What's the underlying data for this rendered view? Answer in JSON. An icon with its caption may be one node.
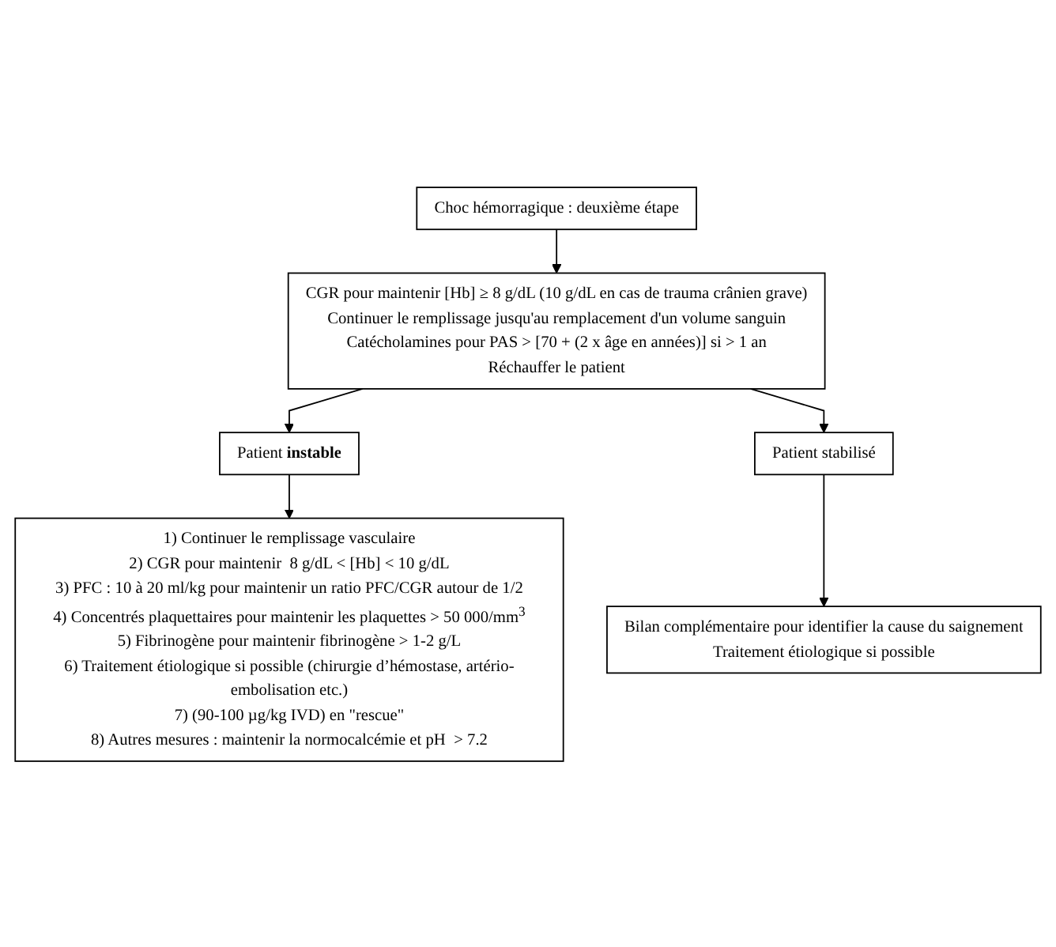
{
  "diagram": {
    "nodes": [
      {
        "text": [
          "Choc hémorragique : deuxième étape"
        ]
      },
      {
        "text": [
          "CGR pour maintenir [Hb] ≥ 8 g/dL (10 g/dL en cas de trauma crânien grave)",
          "Continuer le remplissage jusqu'au remplacement d'un volume sanguin",
          "Catécholamines pour PAS > [70 + (2 x âge en années)] si > 1 an",
          "Réchauffer le patient"
        ]
      },
      {
        "text": [
          "Patient **instable**"
        ]
      },
      {
        "text": [
          "Patient stabilisé"
        ]
      },
      {
        "text": [
          "Bilan complémentaire pour identifier la cause du saignement",
          "Traitement étiologique si possible"
        ]
      },
      {
        "text": [
          "1) Continuer le remplissage vasculaire",
          "2) CGR pour maintenir  8 g/dL < [Hb] < 10 g/dL",
          "3) PFC : 10 à 20 ml/kg pour maintenir un ratio PFC/CGR autour de 1/2",
          "4) Concentrés plaquettaires pour maintenir les plaquettes > 50 000/mm$^{3}$",
          "5) Fibrinogène pour maintenir fibrinogène > 1-2 g/L",
          "6) Traitement étiologique si possible (chirurgie d’hémostase, artério-embolisation etc.)",
          "7) (90-100 µg/kg IVD) en \"rescue\"",
          "8) Autres mesures : maintenir la normocalcémie et pH  > 7.2"
        ]
      }
    ],
    "edges": [
      {
        "from": 0,
        "to": 1,
        "arrow": "to"
      },
      {
        "from": 1,
        "to": 2,
        "arrow": "to"
      },
      {
        "from": 1,
        "to": 3,
        "arrow": "to"
      },
      {
        "from": 3,
        "to": 4,
        "arrow": "to"
      },
      {
        "from": 2,
        "to": 5,
        "arrow": "to"
      }
    ]
  }
}
